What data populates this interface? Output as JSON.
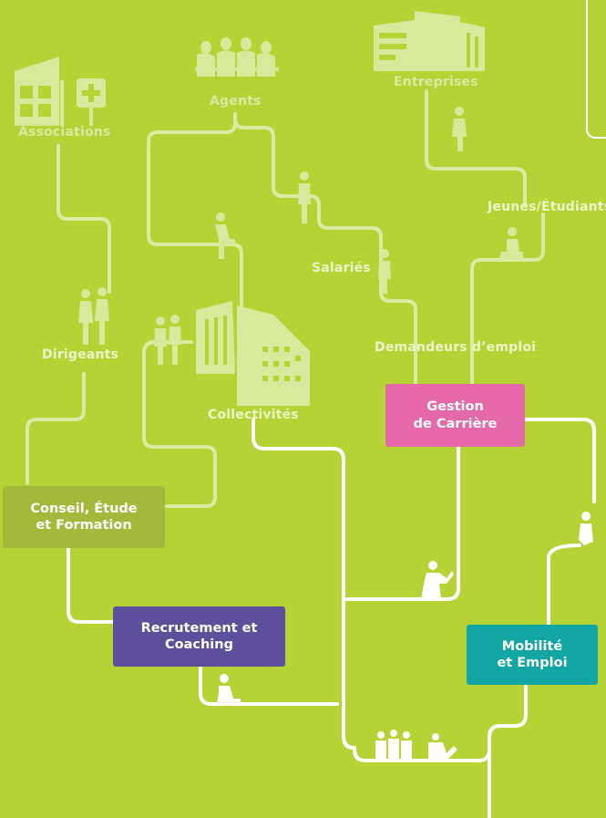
{
  "colors": {
    "background": "#b5d334",
    "route_white": "#ffffff",
    "route_pale": "#daeba4",
    "silhouette_white": "#ffffff",
    "silhouette_pale": "#d6ea9c",
    "box_conseil": "#a4b93c",
    "box_recrutement": "#5e4f9c",
    "box_gestion": "#e569a9",
    "box_mobilite": "#11a6a3"
  },
  "sources": {
    "associations": "Associations",
    "agents": "Agents",
    "entreprises": "Entreprises"
  },
  "audiences": {
    "dirigeants": "Dirigeants",
    "collectivites": "Collectivités",
    "salaries": "Salariés",
    "jeunes_etudiants": "Jeunes/Étudiants",
    "demandeurs_emploi": "Demandeurs d’emploi"
  },
  "services": {
    "conseil": "Conseil, Étude\net Formation",
    "recrutement": "Recrutement et\nCoaching",
    "gestion": "Gestion\nde Carrière",
    "mobilite": "Mobilité\net Emploi"
  },
  "icons": {
    "associations": "building-with-cross-icon",
    "agents": "meeting-group-icon",
    "entreprises": "office-building-icon",
    "collectivites": "town-hall-building-icon",
    "people": "person-silhouette-icon"
  }
}
